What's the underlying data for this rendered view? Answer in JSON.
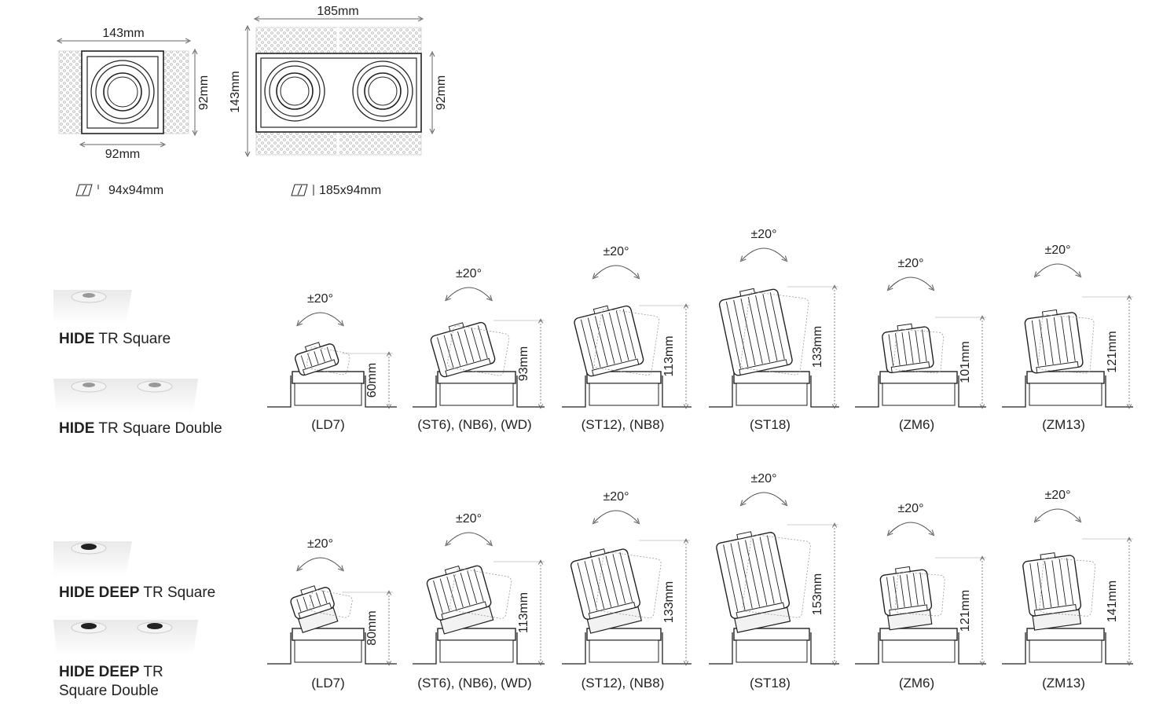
{
  "top_drawings": {
    "single": {
      "width_label": "143mm",
      "height_label": "92mm",
      "inner_label": "92mm",
      "cutout_label": "94x94mm"
    },
    "double": {
      "width_label": "185mm",
      "height_left_label": "143mm",
      "height_right_label": "92mm",
      "cutout_label": "185x94mm"
    }
  },
  "products": {
    "hide_square": {
      "bold": "HIDE",
      "rest": " TR Square"
    },
    "hide_square_double": {
      "bold": "HIDE",
      "rest": " TR Square Double"
    },
    "deep_square": {
      "bold": "HIDE DEEP",
      "rest": " TR Square"
    },
    "deep_square_double": {
      "bold": "HIDE DEEP",
      "rest": " TR",
      "line2": "Square Double"
    }
  },
  "tilt_label": "±20°",
  "row_hide": [
    {
      "model": "(LD7)",
      "height": "60mm"
    },
    {
      "model": "(ST6), (NB6), (WD)",
      "height": "93mm"
    },
    {
      "model": "(ST12), (NB8)",
      "height": "113mm"
    },
    {
      "model": "(ST18)",
      "height": "133mm"
    },
    {
      "model": "(ZM6)",
      "height": "101mm"
    },
    {
      "model": "(ZM13)",
      "height": "121mm"
    }
  ],
  "row_deep": [
    {
      "model": "(LD7)",
      "height": "80mm"
    },
    {
      "model": "(ST6), (NB6), (WD)",
      "height": "113mm"
    },
    {
      "model": "(ST12), (NB8)",
      "height": "133mm"
    },
    {
      "model": "(ST18)",
      "height": "153mm"
    },
    {
      "model": "(ZM6)",
      "height": "121mm"
    },
    {
      "model": "(ZM13)",
      "height": "141mm"
    }
  ],
  "colors": {
    "line": "#222222",
    "dim_line": "#888888",
    "dots": "#b0b0b0"
  }
}
